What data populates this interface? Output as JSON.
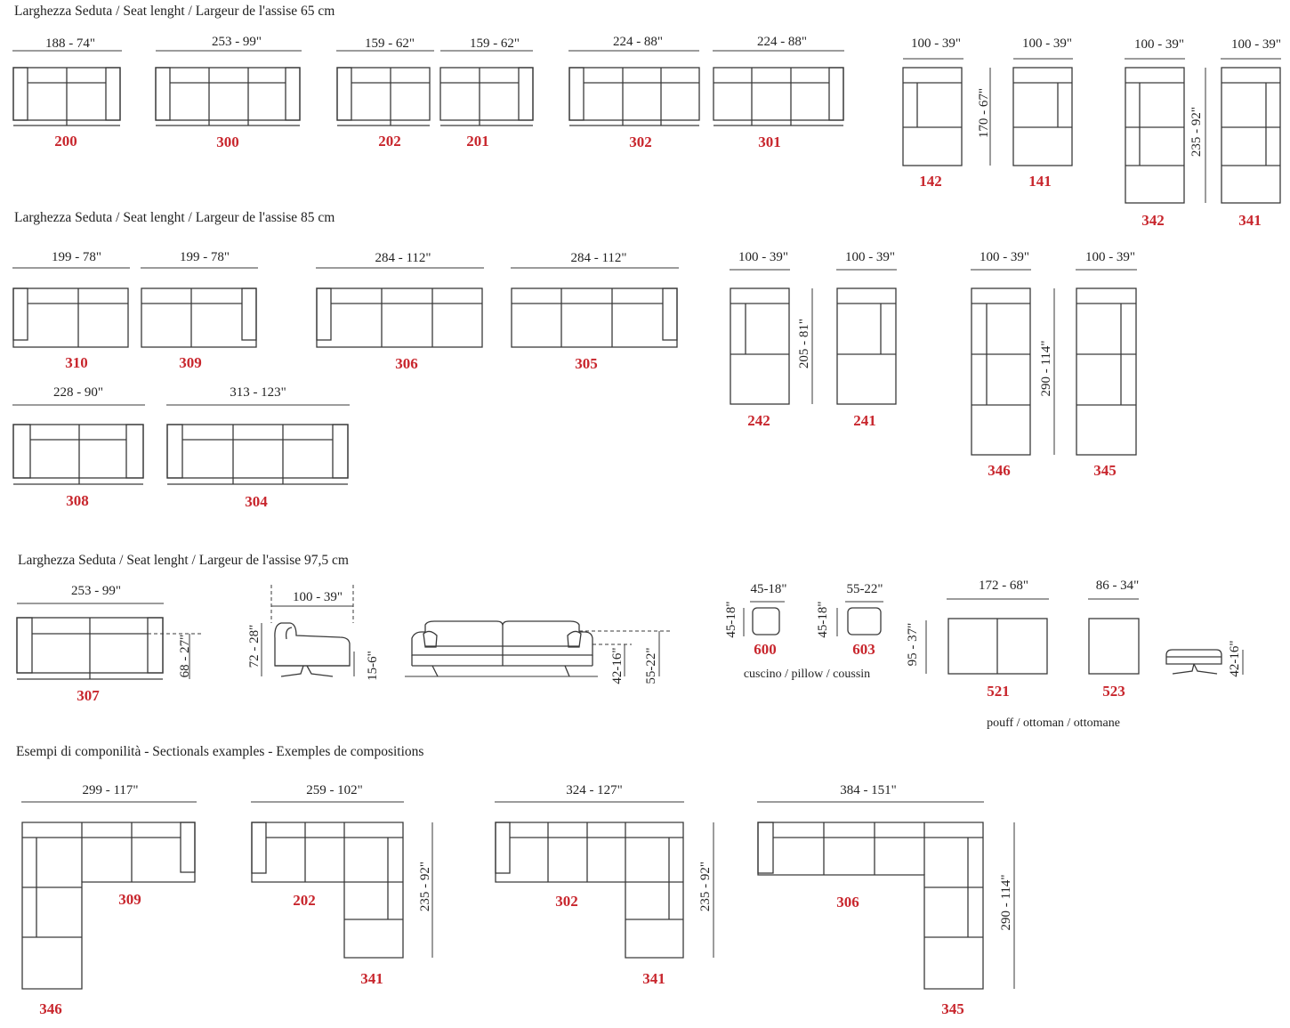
{
  "sections": {
    "s65": "Larghezza Seduta / Seat lenght / Largeur de l'assise  65 cm",
    "s85": "Larghezza Seduta / Seat lenght / Largeur de l'assise  85 cm",
    "s97": "Larghezza Seduta / Seat lenght / Largeur de l'assise  97,5 cm",
    "examples": "Esempi di componilità  -  Sectionals examples - Exemples de compositions"
  },
  "sofas": [
    {
      "dim": "188 - 74\"",
      "code": "200",
      "arms": "both",
      "seats": 2
    },
    {
      "dim": "253 - 99\"",
      "code": "300",
      "arms": "both",
      "seats": 3
    },
    {
      "dim": "159 - 62\"",
      "code": "202",
      "arms": "left",
      "seats": 2
    },
    {
      "dim": "159 - 62\"",
      "code": "201",
      "arms": "right",
      "seats": 2
    },
    {
      "dim": "224 - 88\"",
      "code": "302",
      "arms": "left",
      "seats": 3
    },
    {
      "dim": "224 - 88\"",
      "code": "301",
      "arms": "right",
      "seats": 3
    },
    {
      "dim": "199 - 78\"",
      "code": "310",
      "arms": "left",
      "seats": 2
    },
    {
      "dim": "199 - 78\"",
      "code": "309",
      "arms": "right",
      "seats": 2
    },
    {
      "dim": "284 - 112\"",
      "code": "306",
      "arms": "left",
      "seats": 3
    },
    {
      "dim": "284 - 112\"",
      "code": "305",
      "arms": "right",
      "seats": 3
    },
    {
      "dim": "228 - 90\"",
      "code": "308",
      "arms": "both",
      "seats": 2
    },
    {
      "dim": "313 - 123\"",
      "code": "304",
      "arms": "both",
      "seats": 3
    },
    {
      "dim": "253 - 99\"",
      "code": "307",
      "arms": "both",
      "seats": 2
    }
  ],
  "chaises": [
    {
      "dim": "100 - 39\"",
      "code": "142",
      "side": "left",
      "depth": "170 - 67\""
    },
    {
      "dim": "100 - 39\"",
      "code": "141",
      "side": "right",
      "depth": ""
    },
    {
      "dim": "100 - 39\"",
      "code": "342",
      "side": "left",
      "depth": "235 - 92\""
    },
    {
      "dim": "100 - 39\"",
      "code": "341",
      "side": "right",
      "depth": ""
    },
    {
      "dim": "100 - 39\"",
      "code": "242",
      "side": "left",
      "depth": "205 - 81\""
    },
    {
      "dim": "100 - 39\"",
      "code": "241",
      "side": "right",
      "depth": ""
    },
    {
      "dim": "100 - 39\"",
      "code": "346",
      "side": "left",
      "depth": "290 - 114\""
    },
    {
      "dim": "100 - 39\"",
      "code": "345",
      "side": "right",
      "depth": ""
    }
  ],
  "profiles": {
    "back_height": "68 - 27\"",
    "side_depth": "100 - 39\"",
    "side_height": "72 - 28\"",
    "leg_height": "15-6\"",
    "seat_height": "42-16\"",
    "arm_height": "55-22\""
  },
  "pillows": {
    "items": [
      {
        "code": "600",
        "size": "45-18\"",
        "height": "45-18\""
      },
      {
        "code": "603",
        "size": "55-22\"",
        "height": "45-18\""
      }
    ],
    "caption": "cuscino / pillow / coussin"
  },
  "ottomans": {
    "items": [
      {
        "code": "521",
        "width": "172 - 68\""
      },
      {
        "code": "523",
        "width": "86 - 34\""
      }
    ],
    "depth": "95 - 37\"",
    "height": "42-16\"",
    "caption": "pouff / ottoman / ottomane"
  },
  "examples": [
    {
      "width": "299 - 117\"",
      "sofa": "309",
      "chaise": "346",
      "depth": ""
    },
    {
      "width": "259 - 102\"",
      "sofa": "202",
      "chaise": "341",
      "depth": "235 - 92\""
    },
    {
      "width": "324 - 127\"",
      "sofa": "302",
      "chaise": "341",
      "depth": "235 - 92\""
    },
    {
      "width": "384 - 151\"",
      "sofa": "306",
      "chaise": "345",
      "depth": "290 - 114\""
    }
  ]
}
